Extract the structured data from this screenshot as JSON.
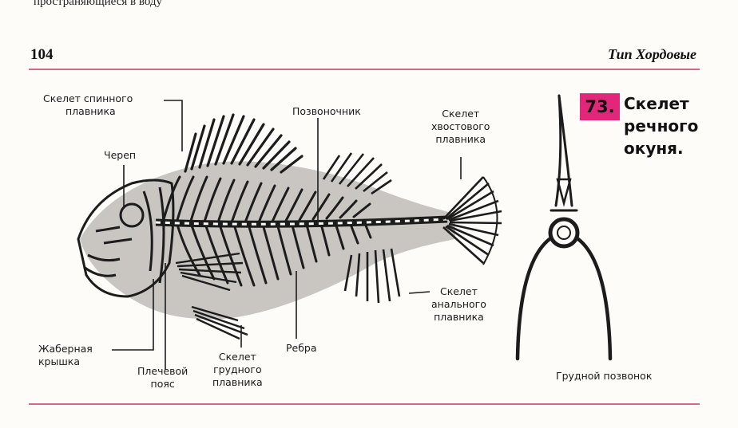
{
  "page": {
    "top_fragment": "пространяющиеся в воду",
    "page_number": "104",
    "header_title": "Тип Хордовые"
  },
  "figure": {
    "number": "73.",
    "caption_lines": [
      "Скелет",
      "речного",
      "окуня."
    ]
  },
  "labels": {
    "dorsal_fin": [
      "Скелет спинного",
      "плавника"
    ],
    "skull": "Череп",
    "spine": "Позвоночник",
    "caudal_fin": [
      "Скелет",
      "хвостового",
      "плавника"
    ],
    "anal_fin": [
      "Скелет",
      "анального",
      "плавника"
    ],
    "gill_cover": [
      "Жаберная",
      "крышка"
    ],
    "shoulder_girdle": [
      "Плечевой",
      "пояс"
    ],
    "pectoral_fin": [
      "Скелет",
      "грудного",
      "плавника"
    ],
    "ribs": "Ребра",
    "thoracic_vertebra": "Грудной позвонок"
  },
  "colors": {
    "accent_magenta": "#e2277a",
    "rule_pink": "#d06a8a",
    "body_shadow": "#c9c6c2",
    "bone": "#1c1c1c"
  }
}
